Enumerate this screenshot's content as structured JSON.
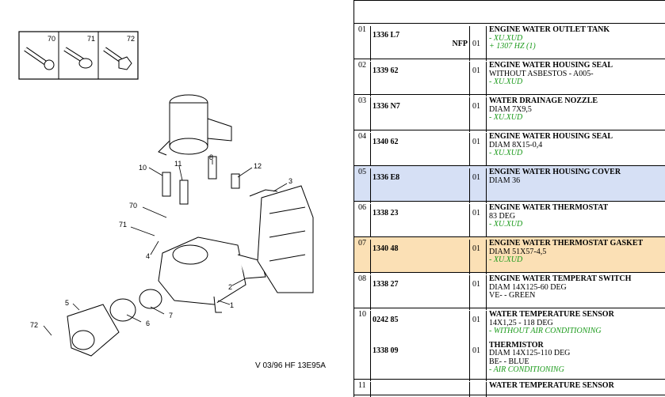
{
  "diagram": {
    "caption": "V 03/96 HF 13E95A",
    "inset_labels": [
      "70",
      "71",
      "72"
    ],
    "callouts": [
      "1",
      "2",
      "3",
      "4",
      "5",
      "6",
      "7",
      "8",
      "10",
      "11",
      "12",
      "70",
      "71",
      "72"
    ]
  },
  "table": {
    "rows": [
      {
        "idx": "01",
        "refs": [
          {
            "code": "1336 L7",
            "extra": "NFP",
            "qty": "01"
          }
        ],
        "blocks": [
          {
            "lines": [
              {
                "t": "ENGINE WATER OUTLET TANK",
                "s": "title"
              },
              {
                "t": "- XU.XUD",
                "s": "green"
              },
              {
                "t": "+ 1307 HZ (1)",
                "s": "green"
              }
            ]
          }
        ],
        "hl": ""
      },
      {
        "idx": "02",
        "refs": [
          {
            "code": "1339 62",
            "extra": "",
            "qty": "01"
          }
        ],
        "blocks": [
          {
            "lines": [
              {
                "t": "ENGINE WATER HOUSING SEAL",
                "s": "title"
              },
              {
                "t": "WITHOUT ASBESTOS - A005-",
                "s": "plain"
              },
              {
                "t": "- XU.XUD",
                "s": "green"
              }
            ]
          }
        ],
        "hl": ""
      },
      {
        "idx": "03",
        "refs": [
          {
            "code": "1336 N7",
            "extra": "",
            "qty": "01"
          }
        ],
        "blocks": [
          {
            "lines": [
              {
                "t": "WATER DRAINAGE NOZZLE",
                "s": "title"
              },
              {
                "t": "DIAM 7X9,5",
                "s": "plain"
              },
              {
                "t": "- XU.XUD",
                "s": "green"
              }
            ]
          }
        ],
        "hl": ""
      },
      {
        "idx": "04",
        "refs": [
          {
            "code": "1340 62",
            "extra": "",
            "qty": "01"
          }
        ],
        "blocks": [
          {
            "lines": [
              {
                "t": "ENGINE WATER HOUSING SEAL",
                "s": "title"
              },
              {
                "t": "DIAM 8X15-0,4",
                "s": "plain"
              },
              {
                "t": "- XU.XUD",
                "s": "green"
              }
            ]
          }
        ],
        "hl": ""
      },
      {
        "idx": "05",
        "refs": [
          {
            "code": "1336 E8",
            "extra": "",
            "qty": "01"
          }
        ],
        "blocks": [
          {
            "lines": [
              {
                "t": "ENGINE WATER HOUSING COVER",
                "s": "title"
              },
              {
                "t": "DIAM 36",
                "s": "plain"
              }
            ]
          }
        ],
        "hl": "blue"
      },
      {
        "idx": "06",
        "refs": [
          {
            "code": "1338 23",
            "extra": "",
            "qty": "01"
          }
        ],
        "blocks": [
          {
            "lines": [
              {
                "t": "ENGINE WATER THERMOSTAT",
                "s": "title"
              },
              {
                "t": "83 DEG",
                "s": "plain"
              },
              {
                "t": "- XU.XUD",
                "s": "green"
              }
            ]
          }
        ],
        "hl": ""
      },
      {
        "idx": "07",
        "refs": [
          {
            "code": "1340 48",
            "extra": "",
            "qty": "01"
          }
        ],
        "blocks": [
          {
            "lines": [
              {
                "t": "ENGINE WATER THERMOSTAT GASKET",
                "s": "title"
              },
              {
                "t": "DIAM 51X57-4,5",
                "s": "plain"
              },
              {
                "t": "- XU.XUD",
                "s": "green"
              }
            ]
          }
        ],
        "hl": "orange"
      },
      {
        "idx": "08",
        "refs": [
          {
            "code": "1338 27",
            "extra": "",
            "qty": "01"
          }
        ],
        "blocks": [
          {
            "lines": [
              {
                "t": "ENGINE WATER TEMPERAT SWITCH",
                "s": "title"
              },
              {
                "t": "DIAM 14X125-60 DEG",
                "s": "plain"
              },
              {
                "t": "VE- - GREEN",
                "s": "plain"
              }
            ]
          }
        ],
        "hl": ""
      },
      {
        "idx": "10",
        "refs": [
          {
            "code": "0242 85",
            "extra": "",
            "qty": "01"
          },
          {
            "code": "1338 09",
            "extra": "",
            "qty": "01"
          }
        ],
        "blocks": [
          {
            "lines": [
              {
                "t": "WATER TEMPERATURE SENSOR",
                "s": "title"
              },
              {
                "t": "14X1,25 - 118 DEG",
                "s": "plain"
              },
              {
                "t": "- WITHOUT AIR CONDITIONING",
                "s": "green"
              }
            ]
          },
          {
            "lines": [
              {
                "t": "THERMISTOR",
                "s": "title"
              },
              {
                "t": "DIAM 14X125-110 DEG",
                "s": "plain"
              },
              {
                "t": "BE- - BLUE",
                "s": "plain"
              },
              {
                "t": "- AIR CONDITIONING",
                "s": "green"
              }
            ]
          }
        ],
        "hl": ""
      },
      {
        "idx": "11",
        "refs": [],
        "blocks": [
          {
            "lines": [
              {
                "t": "WATER TEMPERATURE SENSOR",
                "s": "title"
              }
            ]
          }
        ],
        "hl": ""
      }
    ]
  }
}
